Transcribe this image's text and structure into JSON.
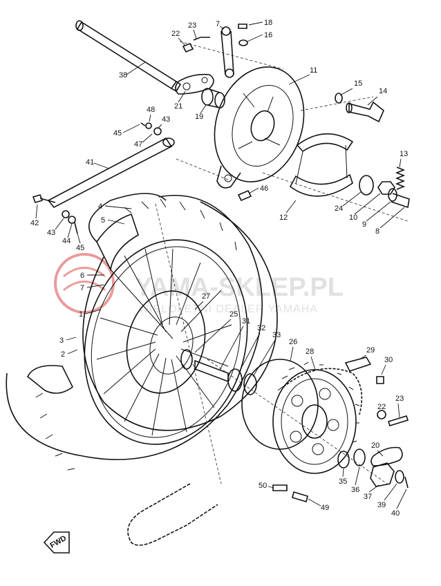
{
  "watermark": {
    "title": "YAMA-SKLEP.PL",
    "subtitle": "WIELOLETNI DEALER YAMAHA",
    "logo_color": "#d94a4a",
    "text_color": "#c9c9c9"
  },
  "fwd_label": "FWD",
  "callouts": [
    {
      "id": "c1",
      "text": "1"
    },
    {
      "id": "c2",
      "text": "2"
    },
    {
      "id": "c3",
      "text": "3"
    },
    {
      "id": "c4",
      "text": "4"
    },
    {
      "id": "c5",
      "text": "5"
    },
    {
      "id": "c6",
      "text": "6"
    },
    {
      "id": "c7",
      "text": "7"
    },
    {
      "id": "c7b",
      "text": "7"
    },
    {
      "id": "c8",
      "text": "8"
    },
    {
      "id": "c9",
      "text": "9"
    },
    {
      "id": "c10",
      "text": "10"
    },
    {
      "id": "c11",
      "text": "11"
    },
    {
      "id": "c12",
      "text": "12"
    },
    {
      "id": "c13",
      "text": "13"
    },
    {
      "id": "c14",
      "text": "14"
    },
    {
      "id": "c15",
      "text": "15"
    },
    {
      "id": "c16",
      "text": "16"
    },
    {
      "id": "c18",
      "text": "18"
    },
    {
      "id": "c19",
      "text": "19"
    },
    {
      "id": "c20",
      "text": "20"
    },
    {
      "id": "c21",
      "text": "21"
    },
    {
      "id": "c22a",
      "text": "22"
    },
    {
      "id": "c22b",
      "text": "22"
    },
    {
      "id": "c23a",
      "text": "23"
    },
    {
      "id": "c23b",
      "text": "23"
    },
    {
      "id": "c24",
      "text": "24"
    },
    {
      "id": "c25",
      "text": "25"
    },
    {
      "id": "c26",
      "text": "26"
    },
    {
      "id": "c27",
      "text": "27"
    },
    {
      "id": "c28",
      "text": "28"
    },
    {
      "id": "c29",
      "text": "29"
    },
    {
      "id": "c30",
      "text": "30"
    },
    {
      "id": "c31",
      "text": "31"
    },
    {
      "id": "c32",
      "text": "32"
    },
    {
      "id": "c33",
      "text": "33"
    },
    {
      "id": "c35",
      "text": "35"
    },
    {
      "id": "c36",
      "text": "36"
    },
    {
      "id": "c37",
      "text": "37"
    },
    {
      "id": "c38",
      "text": "38"
    },
    {
      "id": "c39",
      "text": "39"
    },
    {
      "id": "c40",
      "text": "40"
    },
    {
      "id": "c41",
      "text": "41"
    },
    {
      "id": "c42",
      "text": "42"
    },
    {
      "id": "c43a",
      "text": "43"
    },
    {
      "id": "c43b",
      "text": "43"
    },
    {
      "id": "c44",
      "text": "44"
    },
    {
      "id": "c45a",
      "text": "45"
    },
    {
      "id": "c45b",
      "text": "45"
    },
    {
      "id": "c46",
      "text": "46"
    },
    {
      "id": "c47",
      "text": "47"
    },
    {
      "id": "c48",
      "text": "48"
    },
    {
      "id": "c49",
      "text": "49"
    },
    {
      "id": "c50",
      "text": "50"
    },
    {
      "id": "c6b",
      "text": "6"
    }
  ]
}
